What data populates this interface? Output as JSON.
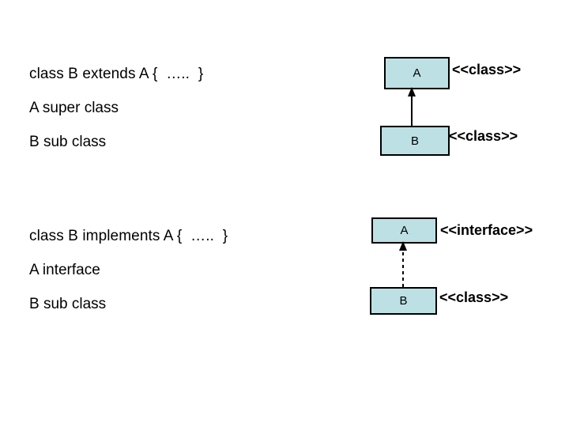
{
  "slide": {
    "background_color": "#ffffff",
    "box_fill_color": "#BCE0E4",
    "box_border_color": "#000000",
    "text_color": "#000000"
  },
  "inheritance_example": {
    "code": "class B extends A {  …..  }",
    "note_super": "A super class",
    "note_sub": "B sub class",
    "super_box_label": "A",
    "sub_box_label": "B",
    "super_stereotype": "<<class>>",
    "sub_stereotype": "<<class>>",
    "relation": "generalization-solid-arrow"
  },
  "implementation_example": {
    "code": "class B implements A {  …..  }",
    "note_super": "A interface",
    "note_sub": "B sub class",
    "super_box_label": "A",
    "sub_box_label": "B",
    "super_stereotype": "<<interface>>",
    "sub_stereotype": "<<class>>",
    "relation": "realization-dashed-arrow"
  }
}
